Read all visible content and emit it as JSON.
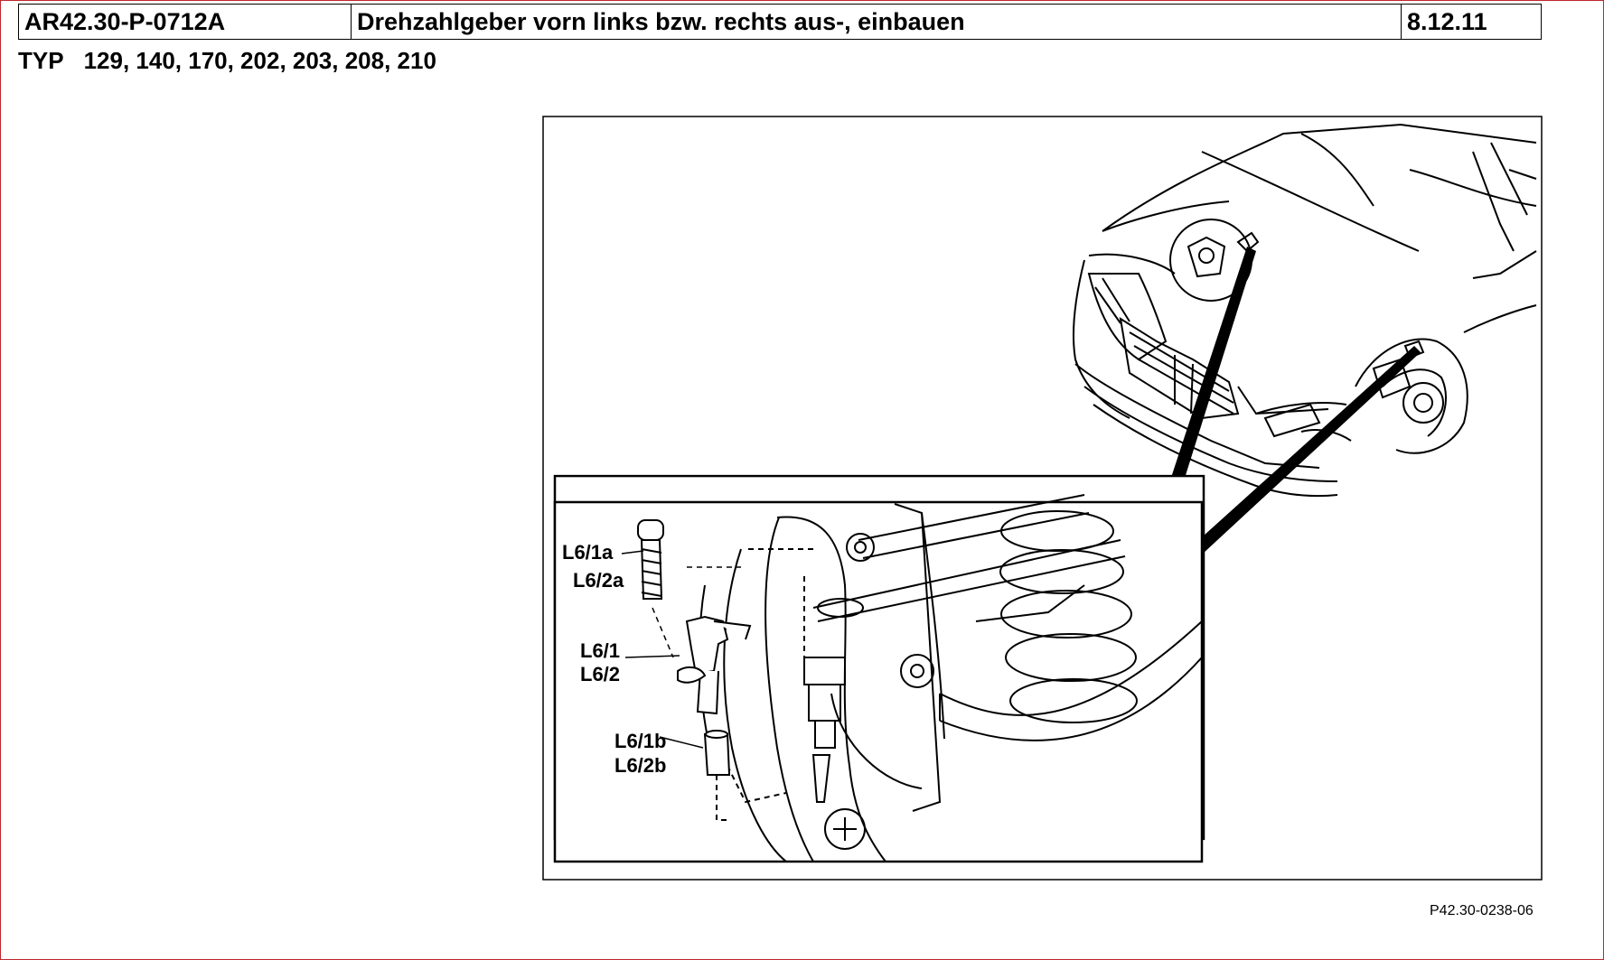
{
  "header": {
    "code": "AR42.30-P-0712A",
    "title": "Drehzahlgeber vorn links bzw. rechts aus-, einbauen",
    "date": "8.12.11"
  },
  "typ": {
    "label": "TYP",
    "values": "129, 140, 170, 202, 203, 208, 210"
  },
  "figure": {
    "callouts": {
      "l61a": "L6/1a",
      "l62a": "L6/2a",
      "l61": "L6/1",
      "l62": "L6/2",
      "l61b": "L6/1b",
      "l62b": "L6/2b"
    },
    "reference": "P42.30-0238-06"
  },
  "colors": {
    "frame_border": "#c0272d",
    "line": "#000000"
  }
}
